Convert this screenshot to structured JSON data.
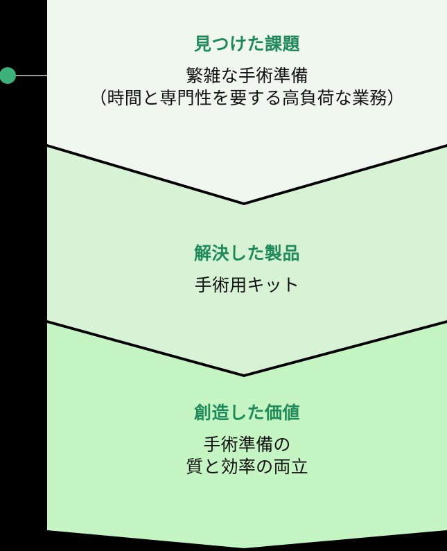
{
  "diagram": {
    "type": "funnel-chevron",
    "orientation": "vertical",
    "step_count": 3,
    "connector": {
      "dot_color": "#3cb179",
      "line_color": "#9b9b9b",
      "dot_name": "timeline-node",
      "line_name": "timeline-connector-line"
    },
    "palette": {
      "background": "#000000",
      "step1_fill": "#eff7ef",
      "step2_fill": "#d7f2d4",
      "step3_fill": "#c4f5c2",
      "divider": "#ffffff",
      "heading_text": "#1f8a5a",
      "body_text": "#111111"
    },
    "steps": [
      {
        "id": "issue",
        "heading": "見つけた課題",
        "body_lines": [
          "繁雑な手術準備",
          "（時間と専門性を要する高負荷な業務）"
        ],
        "fill": "#eff7ef"
      },
      {
        "id": "product",
        "heading": "解決した製品",
        "body_lines": [
          "手術用キット"
        ],
        "fill": "#d7f2d4"
      },
      {
        "id": "value",
        "heading": "創造した価値",
        "body_lines": [
          "手術準備の",
          "質と効率の両立"
        ],
        "fill": "#c4f5c2"
      }
    ]
  }
}
